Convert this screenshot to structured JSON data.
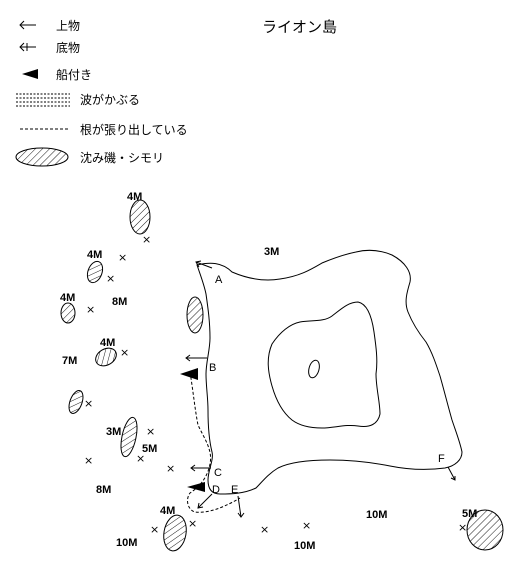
{
  "title": "ライオン島",
  "legend": [
    {
      "icon": "arrow-left-icon",
      "label": "上物"
    },
    {
      "icon": "bottom-arrow-icon",
      "label": "底物"
    },
    {
      "icon": "boat-mark-icon",
      "label": "船付き"
    },
    {
      "icon": "wave-hatch-icon",
      "label": "波がかぶる"
    },
    {
      "icon": "dashed-line-icon",
      "label": "根が張り出している"
    },
    {
      "icon": "hatched-rock-icon",
      "label": "沈み磯・シモリ"
    }
  ],
  "depths": {
    "d_3m_top": "3M",
    "d_4m_a": "4M",
    "d_4m_b": "4M",
    "d_4m_c": "4M",
    "d_8m_a": "8M",
    "d_7m": "7M",
    "d_4m_d": "4M",
    "d_3m_b": "3M",
    "d_5m": "5M",
    "d_8m_b": "8M",
    "d_4m_e": "4M",
    "d_10m_a": "10M",
    "d_10m_b": "10M",
    "d_10m_c": "10M",
    "d_5m_right": "5M"
  },
  "points": [
    "A",
    "B",
    "C",
    "D",
    "E",
    "F"
  ],
  "marker": "×"
}
